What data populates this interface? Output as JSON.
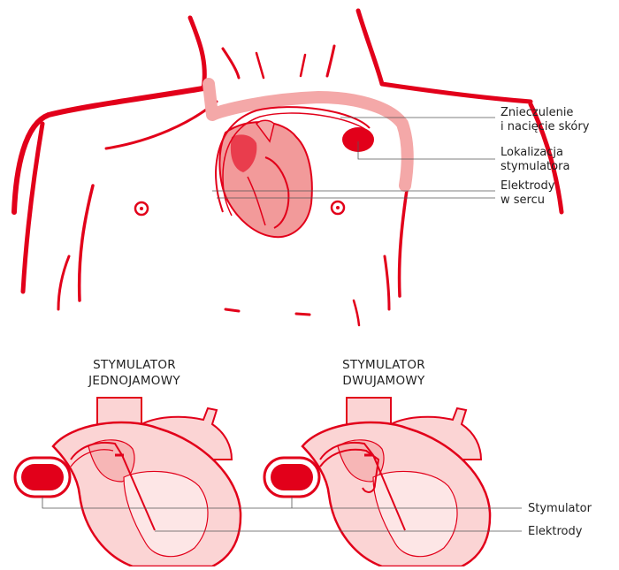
{
  "colors": {
    "red": "#e2001a",
    "pink": "#f08a8a",
    "pale": "#fbd4d4",
    "leader": "#555555"
  },
  "top_figure": {
    "labels": {
      "skin_incision": [
        "Znieczulenie",
        "i nacięcie skóry"
      ],
      "device_location": [
        "Lokalizacja",
        "stymulatora"
      ],
      "heart_electrodes": [
        "Elektrody",
        "w sercu"
      ]
    }
  },
  "bottom_figures": {
    "single_chamber": {
      "title": [
        "STYMULATOR",
        "JEDNOJAMOWY"
      ]
    },
    "dual_chamber": {
      "title": [
        "STYMULATOR",
        "DWUJAMOWY"
      ]
    },
    "labels": {
      "pacemaker": "Stymulator",
      "electrodes": "Elektrody"
    }
  }
}
